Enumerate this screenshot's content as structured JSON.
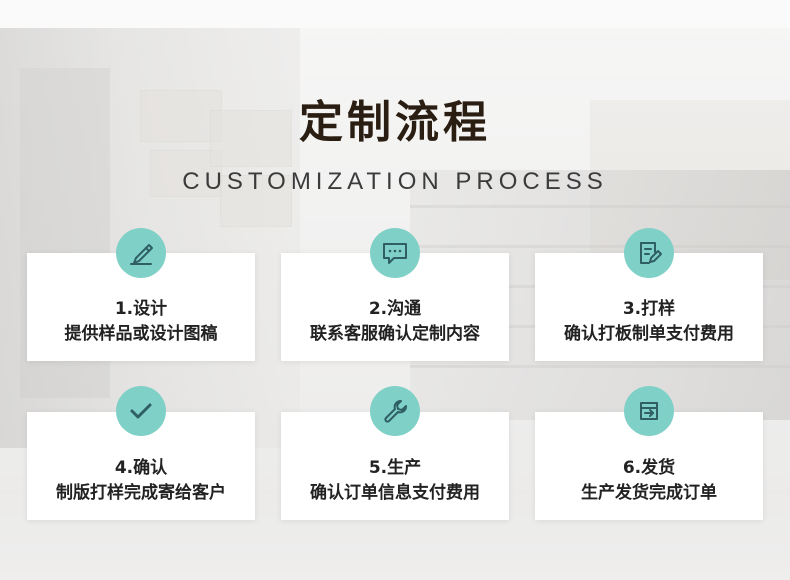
{
  "header": {
    "title": "定制流程",
    "subtitle": "CUSTOMIZATION PROCESS"
  },
  "theme": {
    "accent": "#7fd0c7",
    "icon_stroke": "#2f5f63",
    "title_color": "#2a1d12"
  },
  "steps": [
    {
      "step": "1.设计",
      "desc": "提供样品或设计图稿",
      "icon": "pen-icon"
    },
    {
      "step": "2.沟通",
      "desc": "联系客服确认定制内容",
      "icon": "chat-bubble-icon"
    },
    {
      "step": "3.打样",
      "desc": "确认打板制单支付费用",
      "icon": "document-edit-icon"
    },
    {
      "step": "4.确认",
      "desc": "制版打样完成寄给客户",
      "icon": "checkmark-icon"
    },
    {
      "step": "5.生产",
      "desc": "确认订单信息支付费用",
      "icon": "wrench-icon"
    },
    {
      "step": "6.发货",
      "desc": "生产发货完成订单",
      "icon": "export-box-icon"
    }
  ]
}
